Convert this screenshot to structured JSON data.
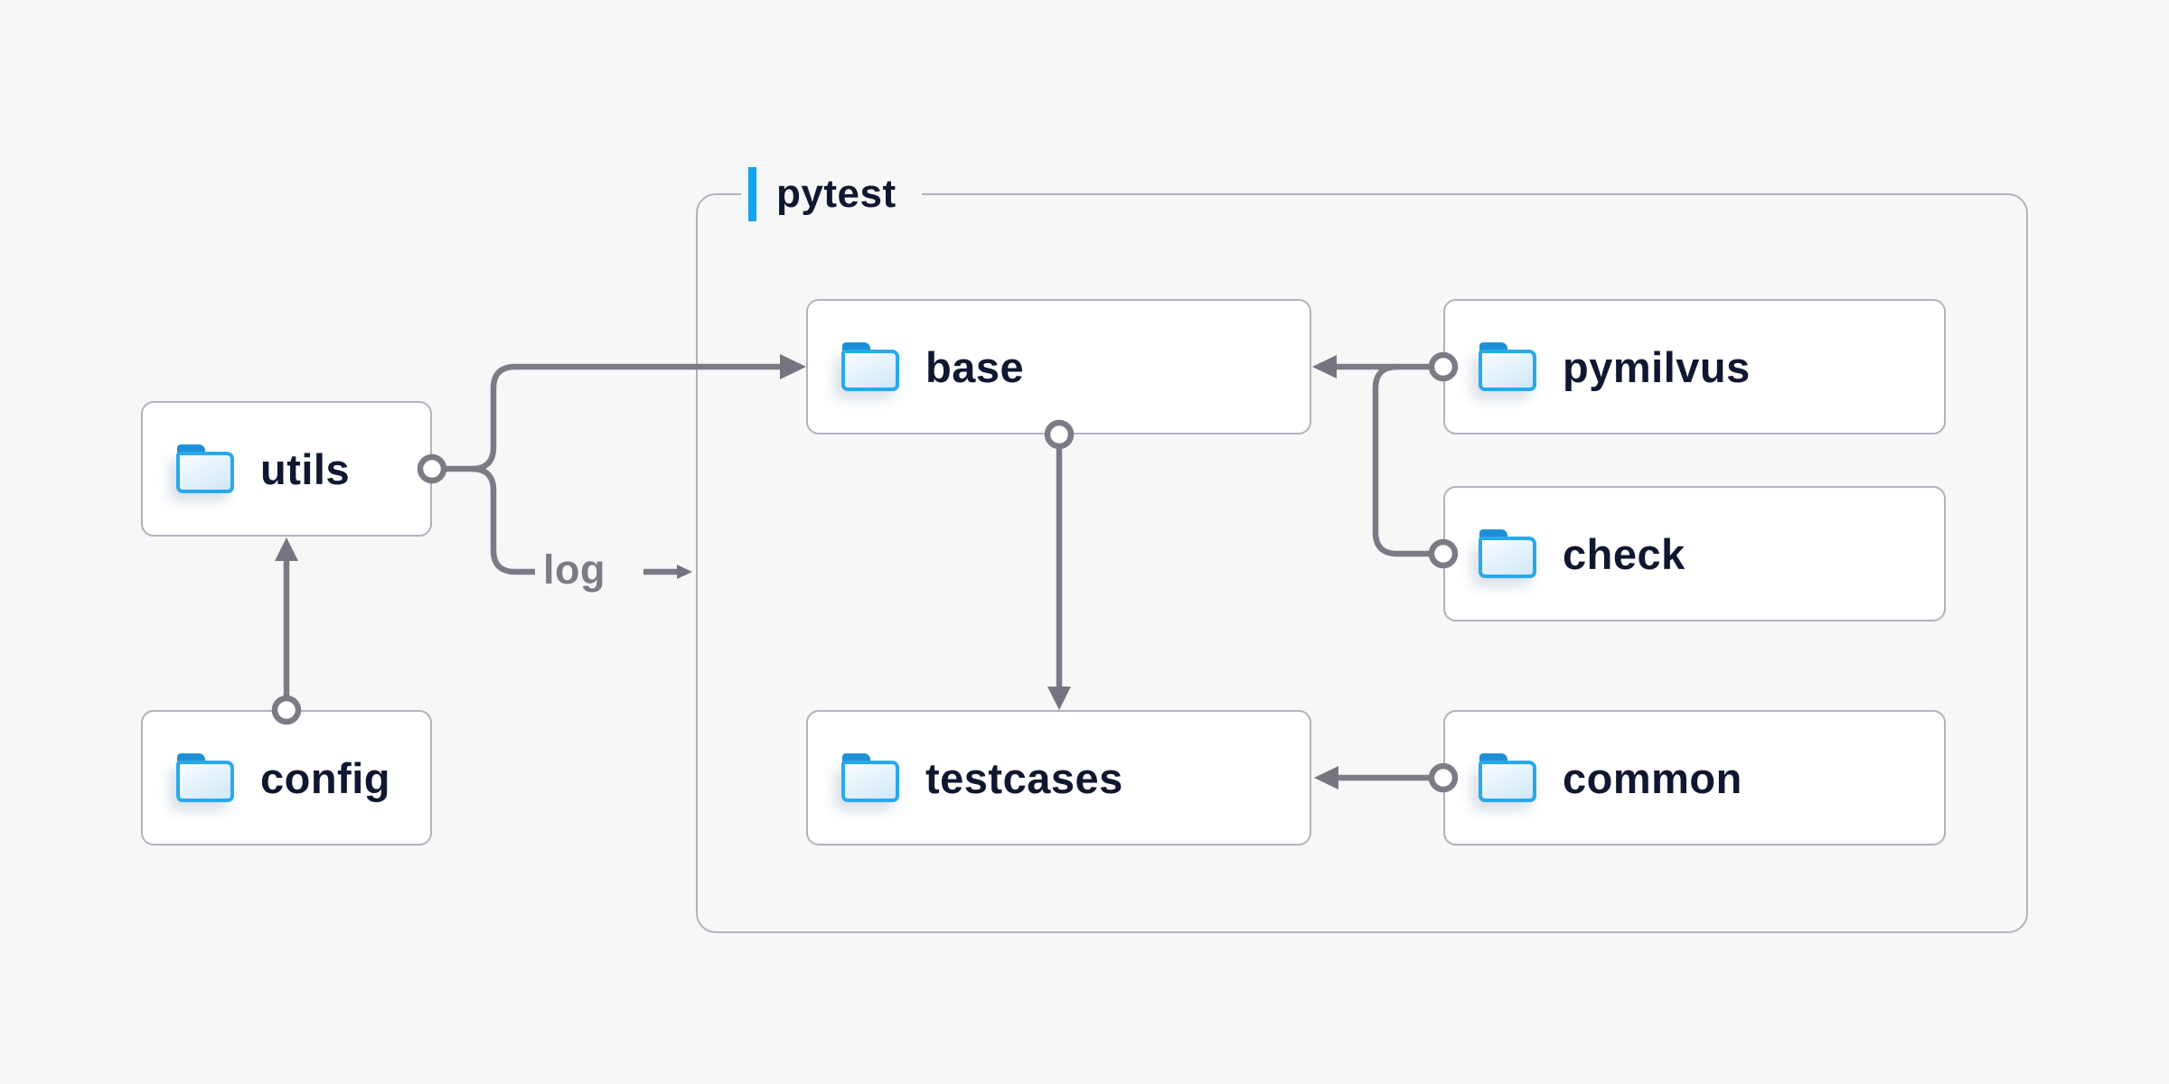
{
  "page": {
    "background": "#f7f7f8",
    "kind": "folder dependency diagram"
  },
  "group": {
    "label": "pytest"
  },
  "nodes": {
    "utils": {
      "label": "utils"
    },
    "config": {
      "label": "config"
    },
    "base": {
      "label": "base"
    },
    "testcases": {
      "label": "testcases"
    },
    "pymilvus": {
      "label": "pymilvus"
    },
    "check": {
      "label": "check"
    },
    "common": {
      "label": "common"
    }
  },
  "edges": {
    "log_label": "log",
    "list": [
      "config -> utils",
      "utils -> base",
      "utils -> log",
      "pymilvus -> base",
      "check -> base",
      "base -> testcases",
      "common -> testcases"
    ]
  },
  "colors": {
    "background": "#f7f7f8",
    "box_fill": "#ffffff",
    "box_border": "#b2b2bd",
    "line": "#7b7b86",
    "arrowhead": "#75757f",
    "text": "#101730",
    "muted_text": "#7b7b86",
    "accent_blue": "#12a4f0",
    "folder_stroke": "#29a9ec",
    "folder_tab": "#1e90d8",
    "folder_fill": "#e2f1fb"
  }
}
